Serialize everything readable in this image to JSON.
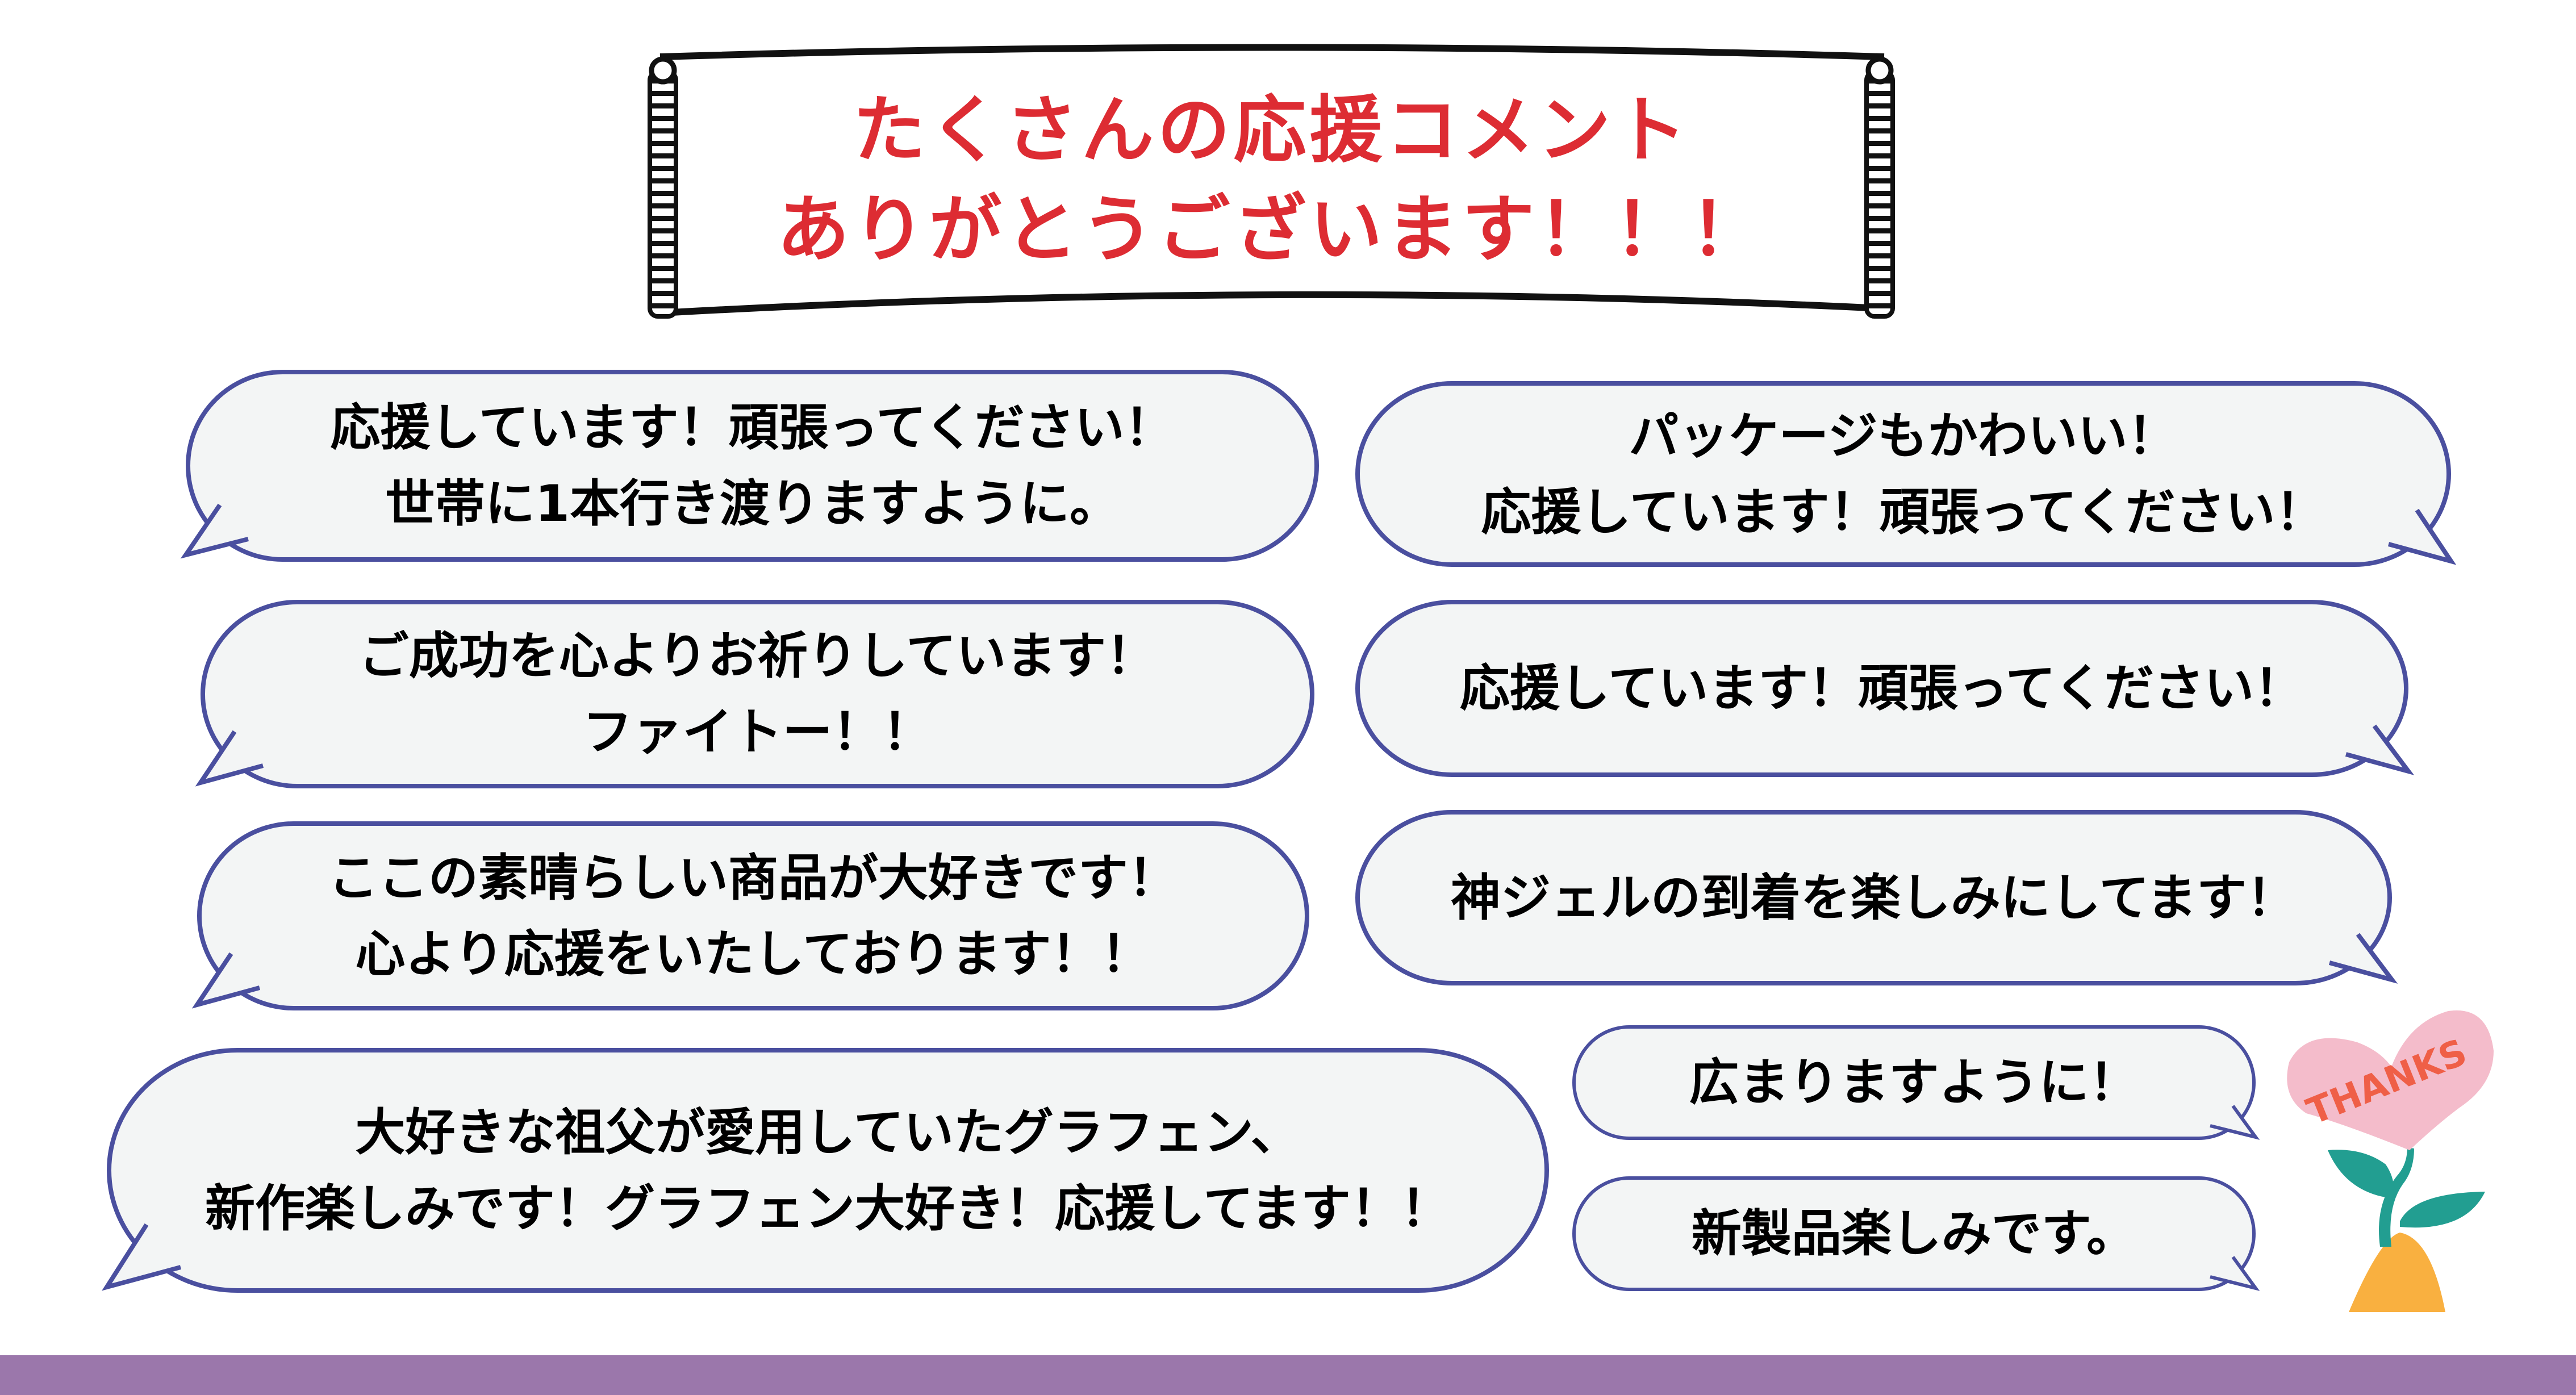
{
  "banner": {
    "line1": "たくさんの応援コメント",
    "line2": "ありがとうございます！！！"
  },
  "comments": [
    {
      "lines": [
        "応援しています！頑張ってください！",
        "世帯に1本行き渡りますように。"
      ]
    },
    {
      "lines": [
        "パッケージもかわいい！",
        "応援しています！頑張ってください！"
      ]
    },
    {
      "lines": [
        "ご成功を心よりお祈りしています！",
        "ファイトー！！"
      ]
    },
    {
      "lines": [
        "応援しています！頑張ってください！"
      ]
    },
    {
      "lines": [
        "ここの素晴らしい商品が大好きです！",
        "心より応援をいたしております！！"
      ]
    },
    {
      "lines": [
        "神ジェルの到着を楽しみにしてます！"
      ]
    },
    {
      "lines": [
        "大好きな祖父が愛用していたグラフェン、",
        "新作楽しみです！グラフェン大好き！応援してます！！"
      ]
    },
    {
      "lines": [
        "広まりますように！"
      ]
    },
    {
      "lines": [
        "新製品楽しみです。"
      ]
    }
  ],
  "illustration": {
    "text": "THANKS"
  },
  "colors": {
    "title": "#dd2c33",
    "bubble_border": "#4a4f9f",
    "bubble_fill": "#f3f5f5",
    "footer": "#9b77ab"
  }
}
